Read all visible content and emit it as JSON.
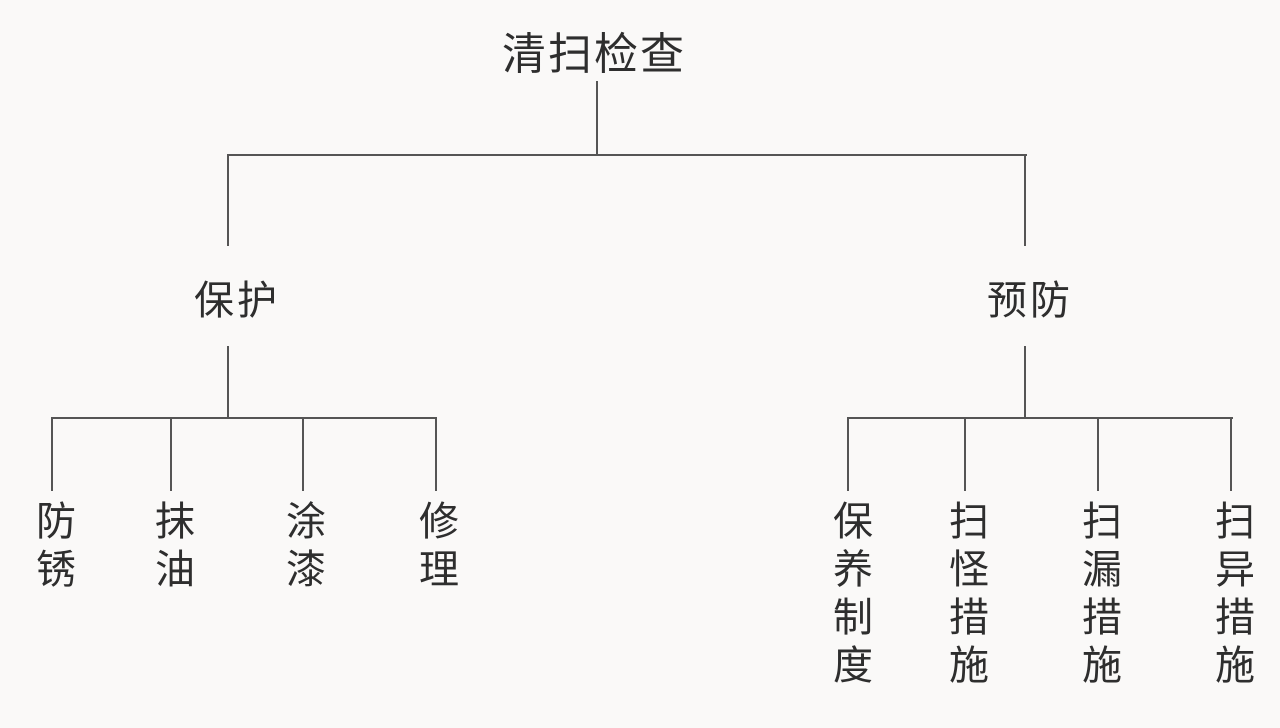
{
  "diagram": {
    "type": "tree",
    "root": {
      "label": "清扫检查"
    },
    "branches": [
      {
        "label": "保护",
        "children": [
          {
            "label": "防锈"
          },
          {
            "label": "抹油"
          },
          {
            "label": "涂漆"
          },
          {
            "label": "修理"
          }
        ]
      },
      {
        "label": "预防",
        "children": [
          {
            "label": "保养制度"
          },
          {
            "label": "扫怪措施"
          },
          {
            "label": "扫漏措施"
          },
          {
            "label": "扫异措施"
          }
        ]
      }
    ],
    "colors": {
      "line": "#555555",
      "text": "#2e2e2e",
      "background": "#faf9f8"
    }
  }
}
